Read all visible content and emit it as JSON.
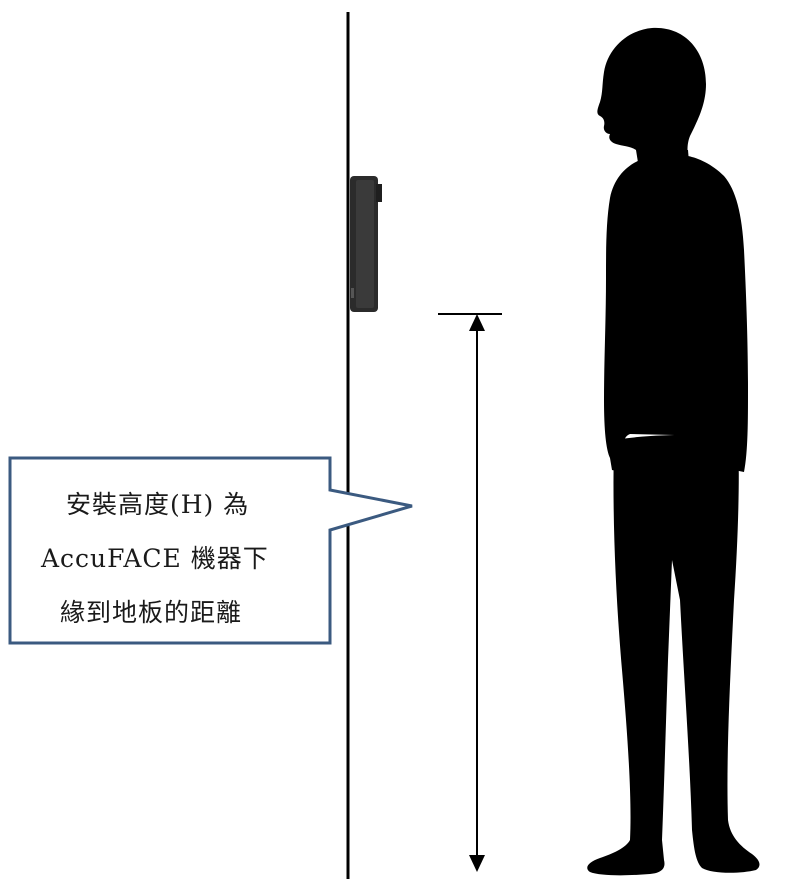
{
  "callout": {
    "line1": "安裝高度(H) 為",
    "line2": "AccuFACE 機器下",
    "line3": "緣到地板的距離"
  },
  "colors": {
    "callout_border": "#3b5a80",
    "silhouette": "#000000",
    "device": "#2b2b2b",
    "wall": "#000000"
  },
  "icons": {
    "person": "person-silhouette-icon",
    "device": "accuface-device-icon"
  }
}
